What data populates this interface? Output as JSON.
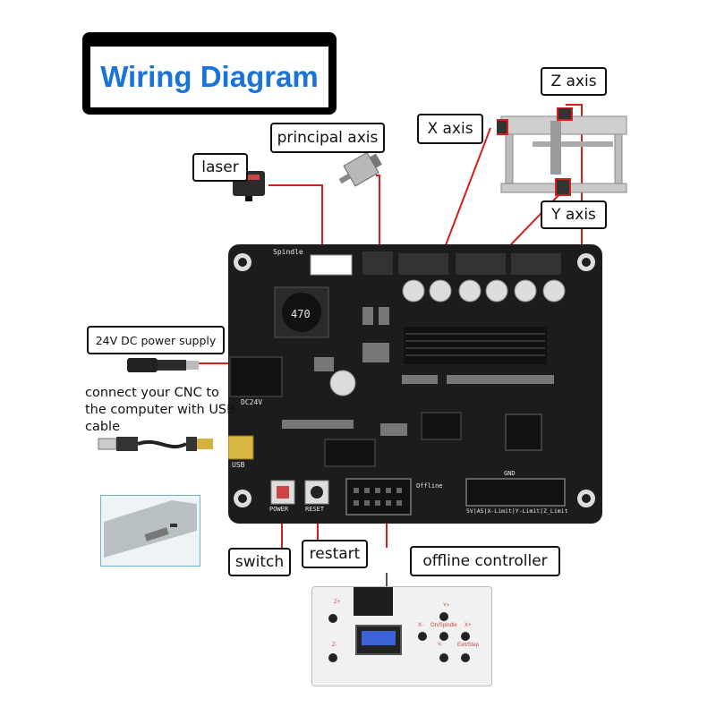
{
  "title": "Wiring Diagram",
  "labels": {
    "z_axis": "Z axis",
    "x_axis": "X axis",
    "y_axis": "Y axis",
    "principal_axis": "principal axis",
    "laser": "laser",
    "power_supply": "24V DC power supply",
    "usb_line1": "connect your CNC to",
    "usb_line2": "the computer with USB",
    "usb_line3": "cable",
    "switch": "switch",
    "restart": "restart",
    "offline_controller": "offline controller"
  },
  "board_silkscreen": {
    "spindle": "Spindle",
    "dc24v": "DC24V",
    "usb": "USB",
    "power": "POWER",
    "reset": "RESET",
    "offline": "Offline",
    "inductor": "470",
    "gnd": "GND",
    "limits": "5V|A5|X-Limit|Y-Limit|Z_Limit"
  },
  "controller_keys": {
    "z_plus": "Z+",
    "z_minus": "Z-",
    "y_plus": "Y+",
    "y_minus": "Y-",
    "x_minus": "X-",
    "x_plus": "X+",
    "on_spindle": "On/Spindle",
    "exit_step": "Exit/Step"
  },
  "colors": {
    "title_blue": "#1a73d9",
    "wire_red": "#d02020",
    "pcb": "#1c1c1c"
  }
}
